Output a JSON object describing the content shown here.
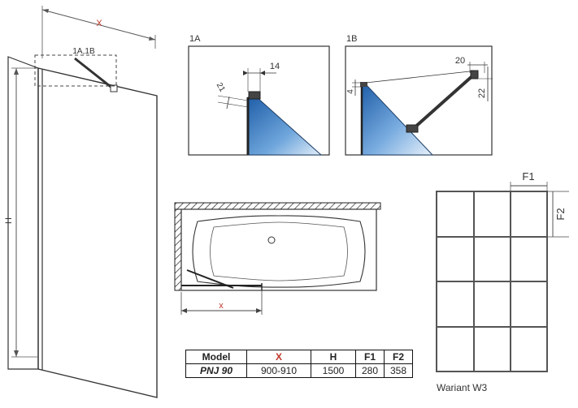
{
  "labels": {
    "main_width": "X",
    "main_height": "H",
    "main_callout": "1A,1B",
    "detail_a_title": "1A",
    "detail_a_dim_top": "14",
    "detail_a_dim_side": "21",
    "detail_b_title": "1B",
    "detail_b_dim_top": "20",
    "detail_b_dim_side": "22",
    "detail_b_dim_left": "4",
    "plan_width": "x",
    "variant_f1": "F1",
    "variant_f2": "F2"
  },
  "table": {
    "headers": [
      "Model",
      "X",
      "H",
      "F1",
      "F2"
    ],
    "rows": [
      [
        "PNJ 90",
        "900-910",
        "1500",
        "280",
        "358"
      ]
    ]
  },
  "variant": {
    "caption": "Wariant W3",
    "columns": 3,
    "rows": 4
  },
  "colors": {
    "glass_blue": "#2e6fb8",
    "glass_light": "#cfe3f5",
    "dimension_red": "#c0392b",
    "line_dark": "#222222"
  }
}
